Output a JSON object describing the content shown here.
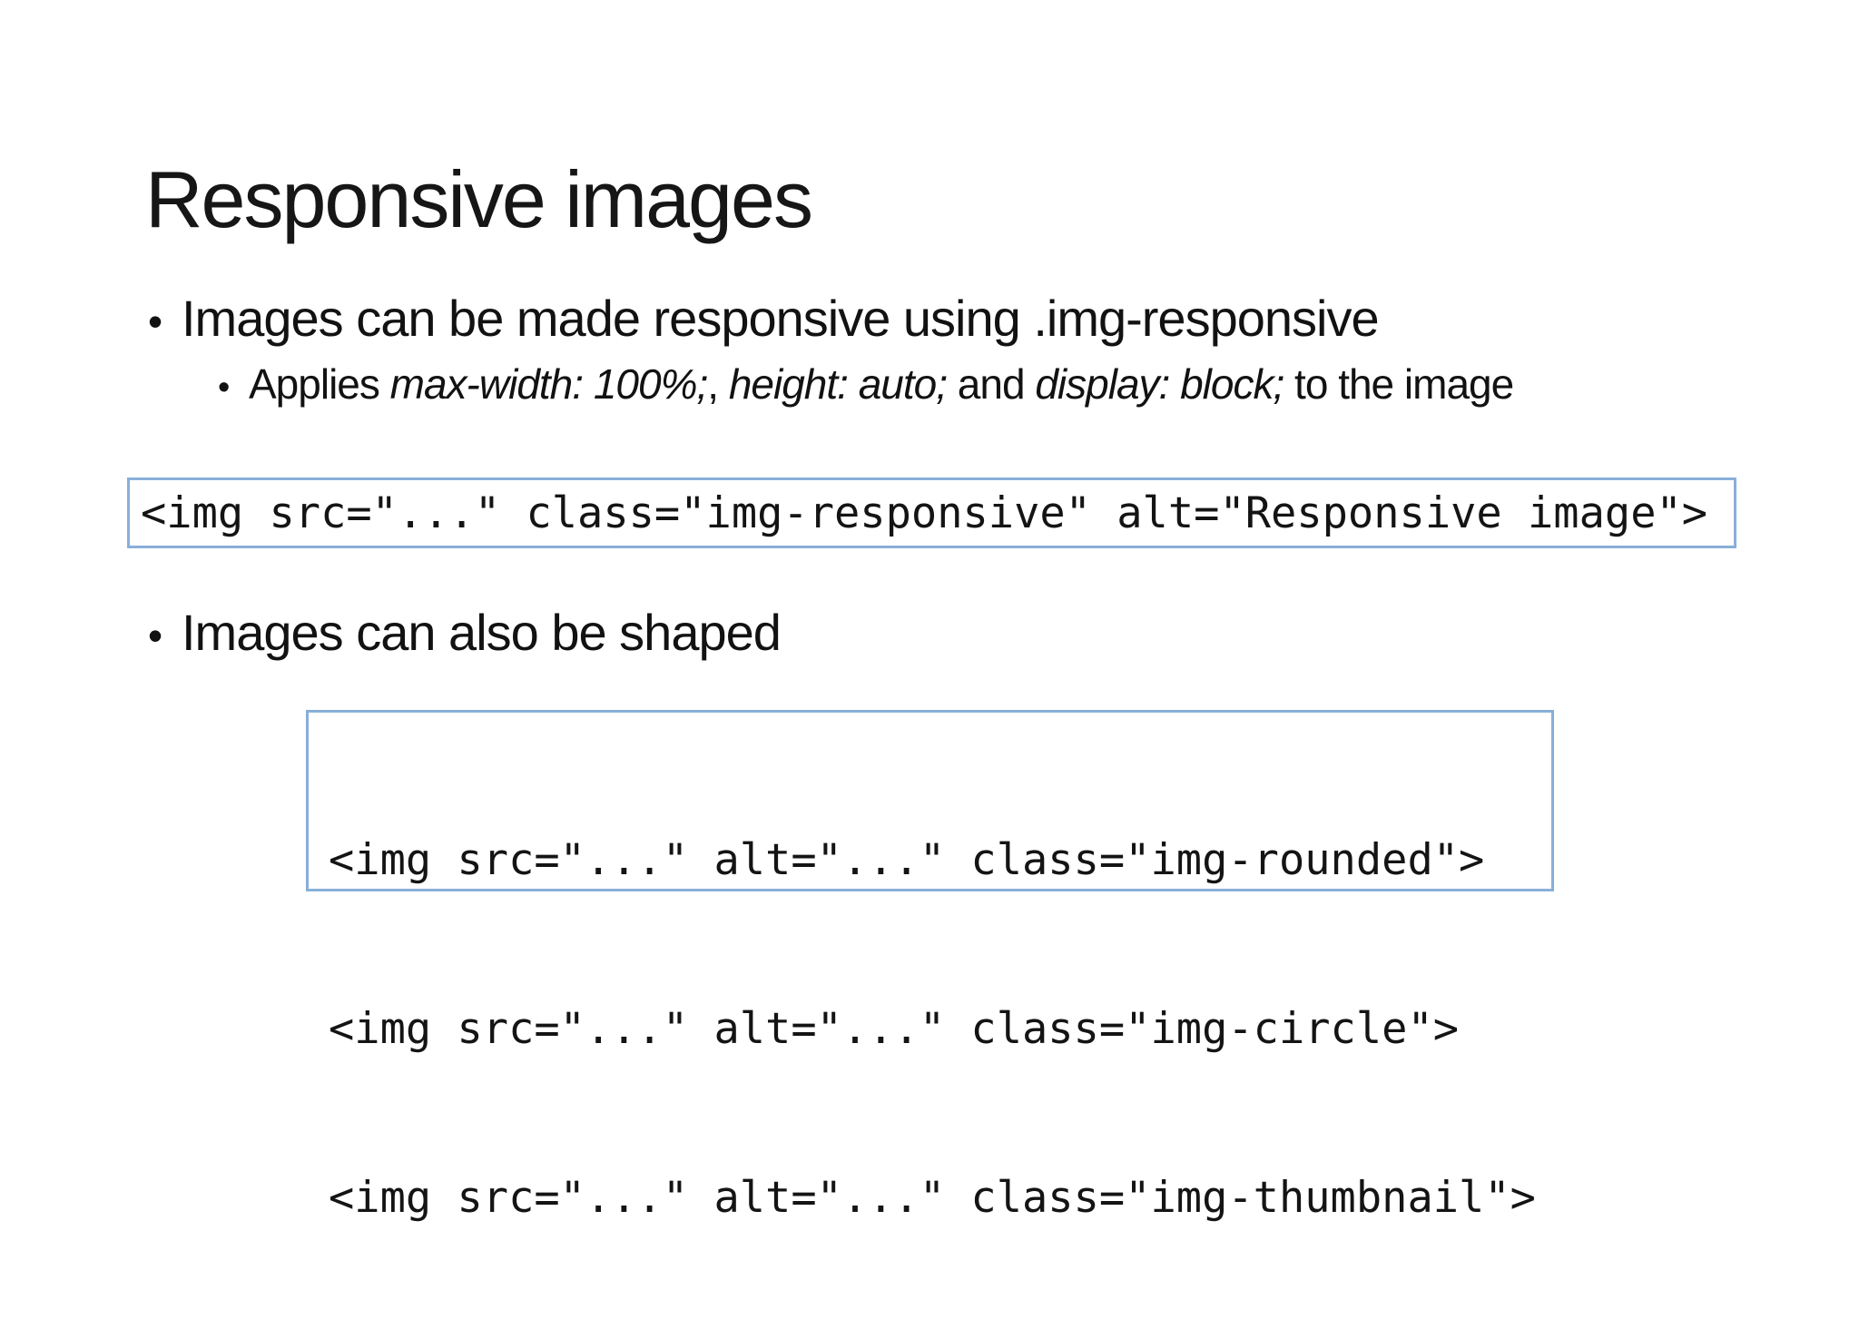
{
  "slide": {
    "title": "Responsive images",
    "bullets": [
      {
        "marker": "•",
        "level": 1,
        "text": "Images can be made responsive using .img-responsive"
      },
      {
        "marker": "•",
        "level": 2,
        "segments": [
          "Applies ",
          "max-width: 100%;",
          ", ",
          "height: auto;",
          " and ",
          "display: block;",
          " to the image"
        ]
      },
      {
        "marker": "•",
        "level": 1,
        "text": "Images can also be shaped"
      }
    ],
    "code_blocks": [
      {
        "lines": [
          "<img src=\"...\" class=\"img-responsive\" alt=\"Responsive image\">"
        ]
      },
      {
        "lines": [
          "<img src=\"...\" alt=\"...\" class=\"img-rounded\">",
          "<img src=\"...\" alt=\"...\" class=\"img-circle\">",
          "<img src=\"...\" alt=\"...\" class=\"img-thumbnail\">"
        ]
      }
    ],
    "colors": {
      "background": "#ffffff",
      "text": "#121212",
      "code_border": "#88afd9"
    }
  }
}
